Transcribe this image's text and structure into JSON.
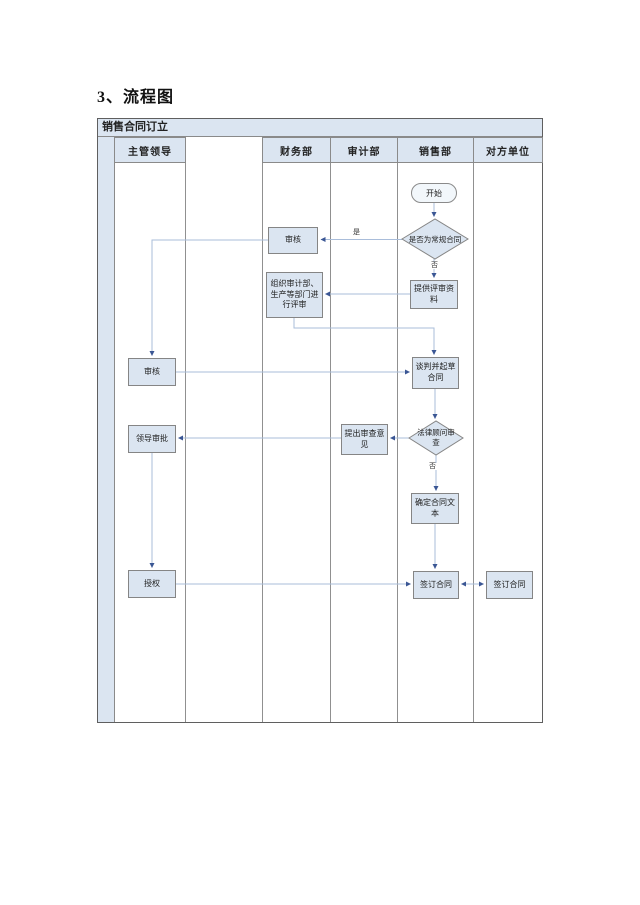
{
  "page": {
    "title": "3、流程图"
  },
  "table": {
    "title": "销售合同订立",
    "lanes": [
      {
        "label": "主管领导"
      },
      {
        "label": ""
      },
      {
        "label": "财务部"
      },
      {
        "label": "审计部"
      },
      {
        "label": "销售部"
      },
      {
        "label": "对方单位"
      }
    ]
  },
  "nodes": {
    "start": {
      "label": "开始",
      "type": "terminator"
    },
    "is_regular_contract": {
      "label": "是否为常规合同",
      "type": "decision"
    },
    "review_finance": {
      "label": "审核",
      "type": "process"
    },
    "provide_materials": {
      "label": "提供评审资料",
      "type": "process"
    },
    "organize_review": {
      "label": "组织审计部、生产等部门进行评审",
      "type": "process"
    },
    "review_leader": {
      "label": "审核",
      "type": "process"
    },
    "negotiate_draft": {
      "label": "谈判并起草合同",
      "type": "process"
    },
    "leader_approve": {
      "label": "领导审批",
      "type": "process"
    },
    "review_opinion": {
      "label": "提出审查意见",
      "type": "process"
    },
    "legal_review": {
      "label": "法律顾问审查",
      "type": "decision"
    },
    "finalize_text": {
      "label": "确定合同文本",
      "type": "process"
    },
    "authorize": {
      "label": "授权",
      "type": "process"
    },
    "sign_sales": {
      "label": "签订合同",
      "type": "process"
    },
    "sign_other": {
      "label": "签订合同",
      "type": "process"
    }
  },
  "edge_labels": {
    "regular_yes": "是",
    "regular_no": "否",
    "legal_no": "否"
  },
  "colors": {
    "fill": "#dbe5f1",
    "line": "#a9bdda",
    "arrow": "#3a5694",
    "boxborder": "#858585"
  }
}
